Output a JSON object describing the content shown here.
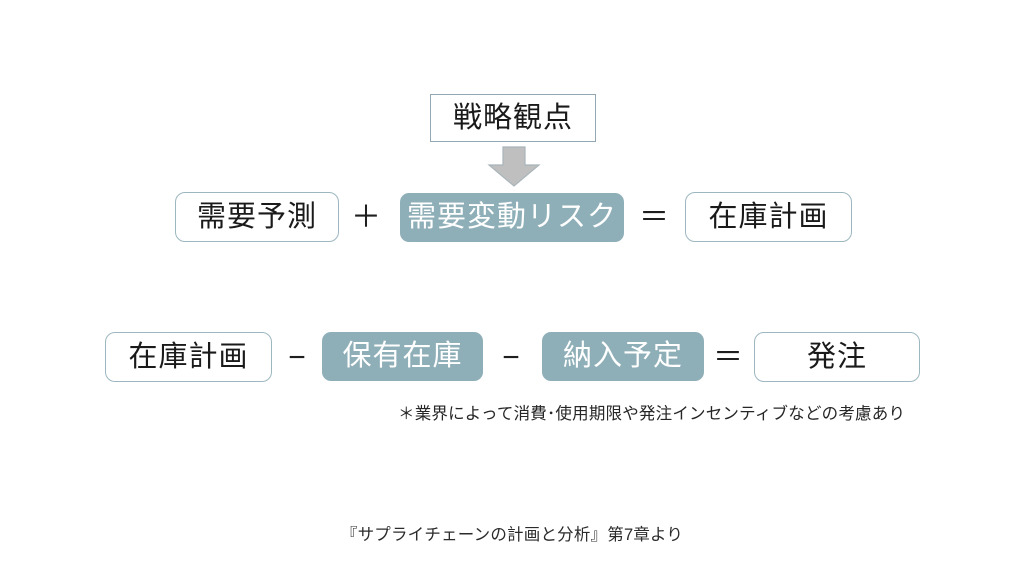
{
  "slide": {
    "background_color": "#FFFFFF",
    "accent_fill": "#8FAFB8",
    "accent_border": "#9DB7C0",
    "arrow_color": "#BFBFBF",
    "text_dark": "#1A1A1A",
    "text_light": "#FFFFFF"
  },
  "strategy": {
    "label": "戦略観点"
  },
  "arrow": {
    "name": "down-arrow",
    "direction": "down"
  },
  "equation_top": {
    "terms": [
      {
        "label": "需要予測",
        "style": "outline"
      },
      {
        "label": "需要変動リスク",
        "style": "filled"
      },
      {
        "label": "在庫計画",
        "style": "outline"
      }
    ],
    "operators": [
      {
        "symbol": "＋",
        "name": "plus"
      },
      {
        "symbol": "＝",
        "name": "equals"
      }
    ]
  },
  "equation_bottom": {
    "terms": [
      {
        "label": "在庫計画",
        "style": "outline"
      },
      {
        "label": "保有在庫",
        "style": "filled"
      },
      {
        "label": "納入予定",
        "style": "filled"
      },
      {
        "label": "発注",
        "style": "outline"
      }
    ],
    "operators": [
      {
        "symbol": "−",
        "name": "minus-1"
      },
      {
        "symbol": "−",
        "name": "minus-2"
      },
      {
        "symbol": "＝",
        "name": "equals"
      }
    ]
  },
  "footnote": {
    "text": "＊業界によって消費･使用期限や発注インセンティブなどの考慮あり"
  },
  "caption": {
    "text": "『サプライチェーンの計画と分析』第7章より"
  }
}
